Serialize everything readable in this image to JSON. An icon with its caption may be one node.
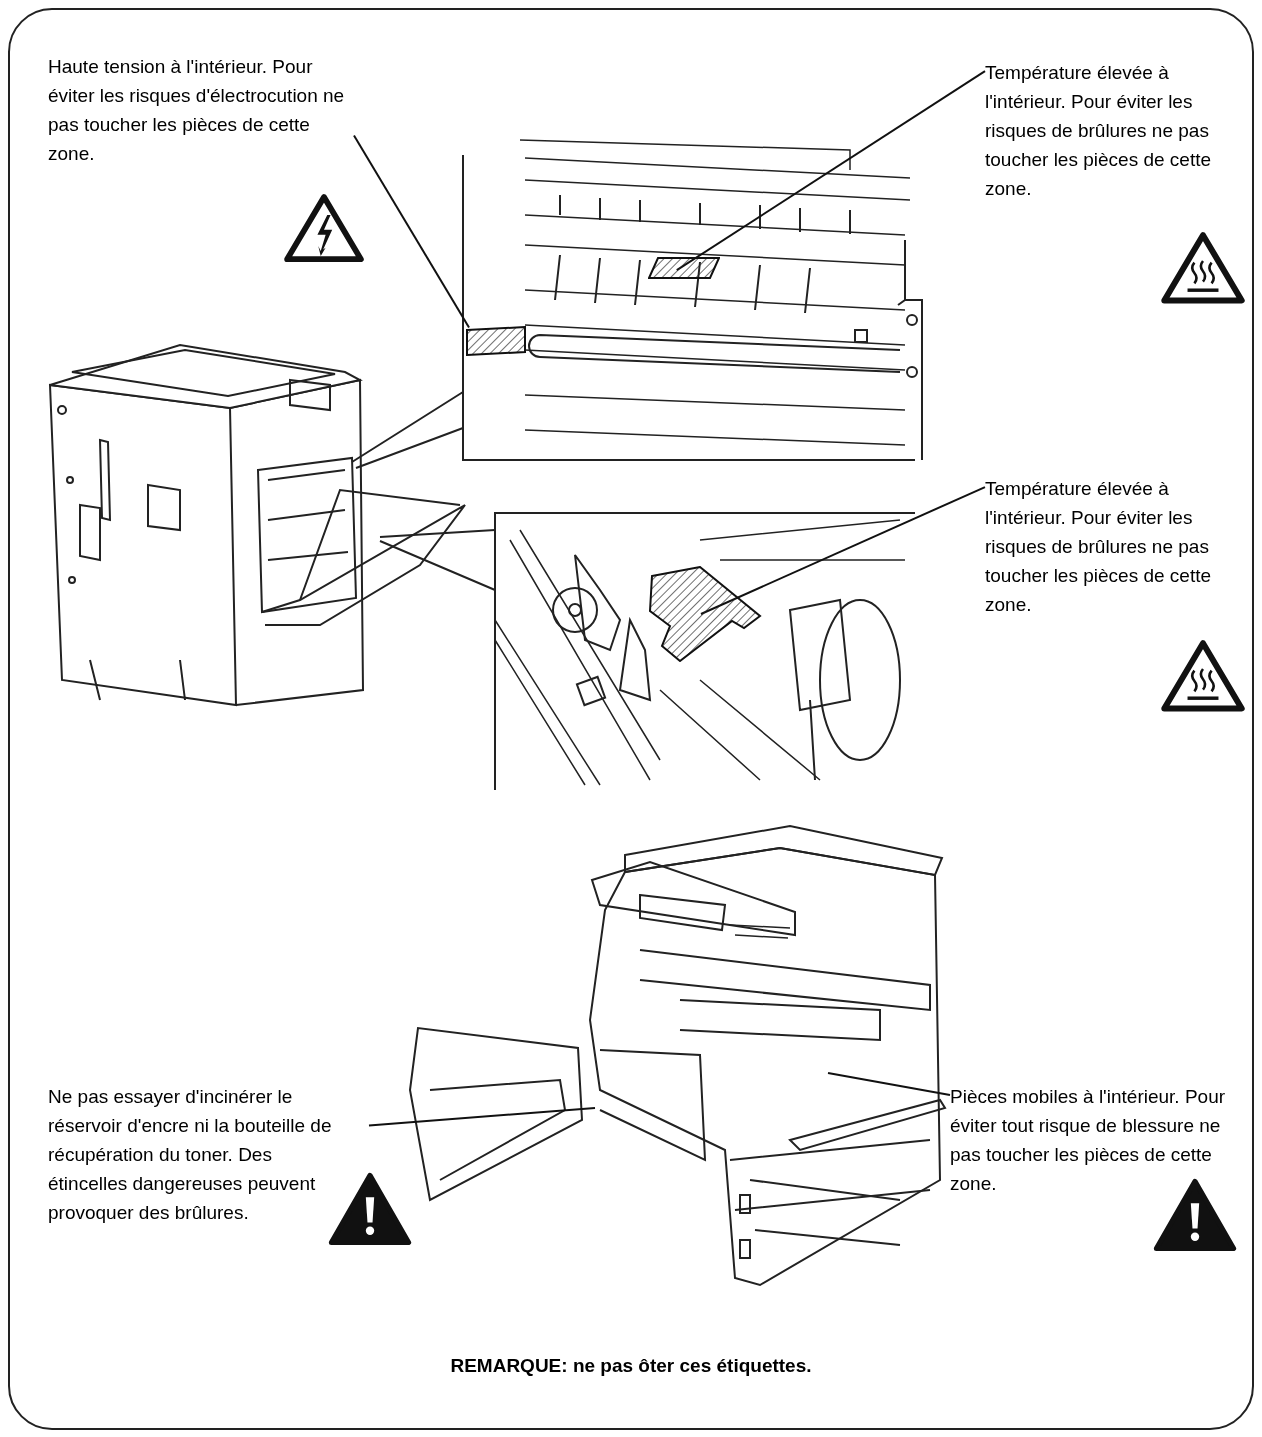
{
  "diagram": {
    "nodes": [
      {
        "text": [
          "Haute tension à l'intérieur. Pour éviter les risques d'électrocution ne pas toucher les pièces de cette zone."
        ]
      },
      {
        "text": [],
        "shape": "box"
      },
      {
        "text": [
          "Température élevée à l'intérieur. Pour éviter les risques de brûlures ne pas toucher les pièces de cette zone."
        ]
      },
      {
        "text": [],
        "shape": "box"
      },
      {
        "text": [
          "Température élevée à l'intérieur. Pour éviter les risques de brûlures ne pas toucher les pièces de cette zone."
        ]
      },
      {
        "text": [],
        "shape": "box"
      },
      {
        "text": [
          "Ne pas essayer d'incinérer le réservoir d'encre ni la bouteille de récupération du toner. Des étincelles dangereuses peuvent provoquer des brûlures."
        ]
      },
      {
        "text": [
          "Pièces mobiles à l'intérieur. Pour éviter tout risque de blessure ne pas toucher les pièces de cette zone."
        ]
      }
    ],
    "edges": [
      {
        "from": 0,
        "to": 1,
        "arrow": "none"
      },
      {
        "from": 2,
        "to": 3,
        "arrow": "none"
      },
      {
        "from": 4,
        "to": 5,
        "arrow": "none"
      },
      {
        "from": 6,
        "to": null,
        "arrow": "none"
      },
      {
        "from": 7,
        "to": null,
        "arrow": "none"
      }
    ],
    "labels": [
      "REMARQUE: ne pas ôter ces étiquettes."
    ]
  }
}
